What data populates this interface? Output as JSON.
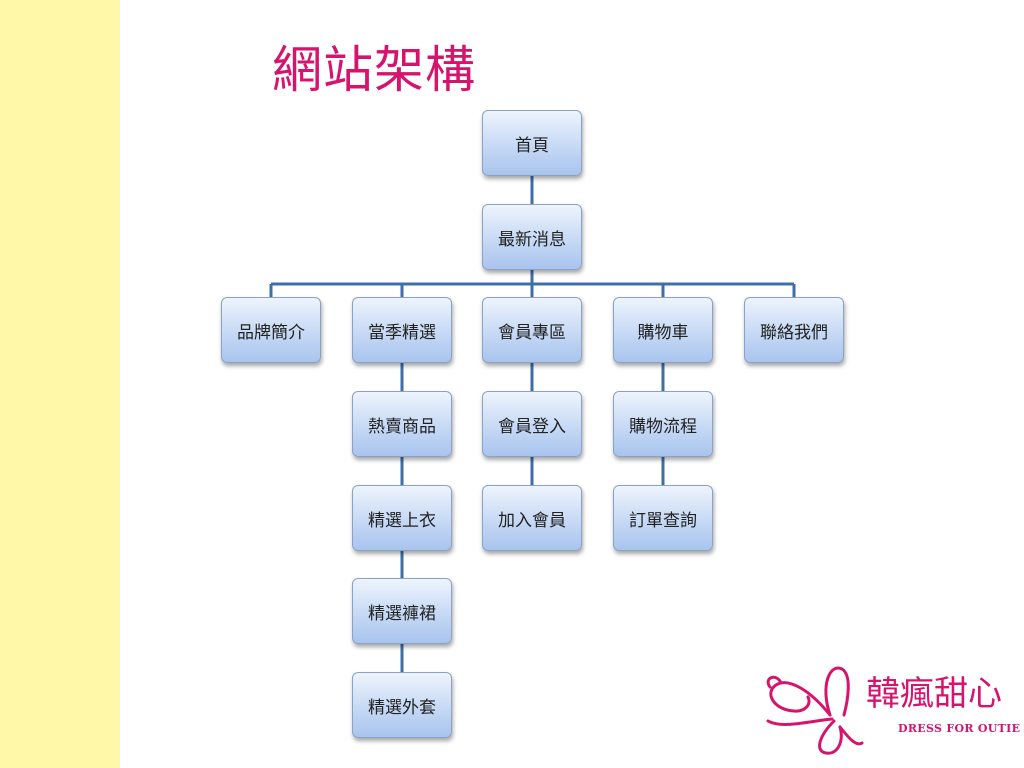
{
  "page": {
    "title": "網站架構"
  },
  "colors": {
    "title": "#d6136d",
    "sidebar": "#fff8a8",
    "connector": "#3f6fa8",
    "node_border": "#8aa2c4"
  },
  "tree": {
    "root": "首頁",
    "level1": "最新消息",
    "branches": [
      {
        "label": "品牌簡介",
        "children": []
      },
      {
        "label": "當季精選",
        "children": [
          "熱賣商品",
          "精選上衣",
          "精選褲裙",
          "精選外套"
        ]
      },
      {
        "label": "會員專區",
        "children": [
          "會員登入",
          "加入會員"
        ]
      },
      {
        "label": "購物車",
        "children": [
          "購物流程",
          "訂單查詢"
        ]
      },
      {
        "label": "聯絡我們",
        "children": []
      }
    ]
  },
  "logo": {
    "chinese": "韓瘋甜心",
    "english": "DRESS FOR OUTIE"
  }
}
